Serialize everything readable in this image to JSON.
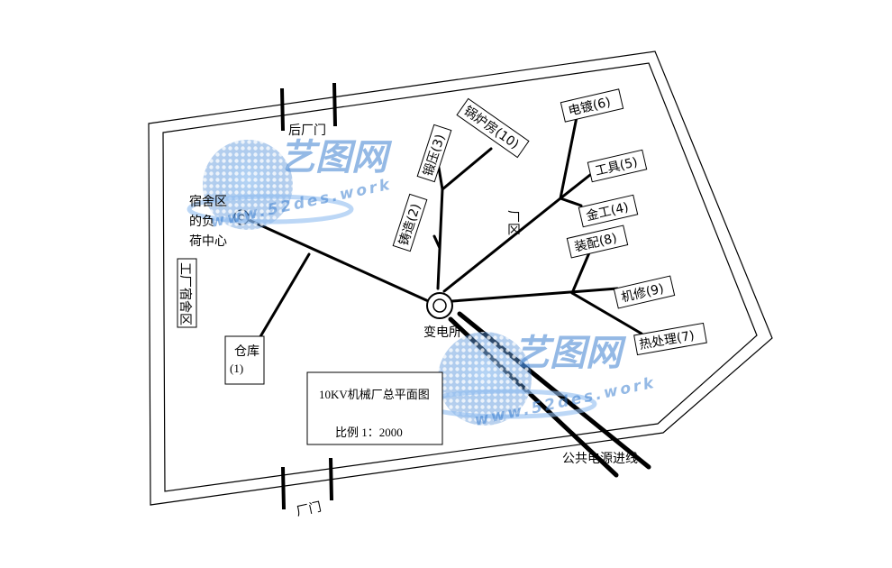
{
  "labels": {
    "back_gate": "后厂门",
    "front_gate": "厂门",
    "dorm_center": [
      "宿舍区",
      "的负",
      "荷中心"
    ],
    "factory_dorm": "工厂宿舍区",
    "warehouse": [
      "仓库",
      "(1)"
    ],
    "substation": "变电所",
    "factory_area": "厂区",
    "public_line": "公共电源进线",
    "forging": "锻压(3)",
    "boiler": "锅炉房(10)",
    "casting": "铸造(2)",
    "plating": "电镀(6)",
    "tool": "工具(5)",
    "metalwork": "金工(4)",
    "assembly": "装配(8)",
    "repair": "机修(9)",
    "heat_treat": "热处理(7)"
  },
  "title_box": {
    "title": "10KV机械厂总平面图",
    "scale": "比例 1：2000"
  },
  "watermark": {
    "brand": "艺图网",
    "url": "www.52des.work"
  },
  "colors": {
    "line": "#000000",
    "watermark": "#3d7fcf"
  }
}
